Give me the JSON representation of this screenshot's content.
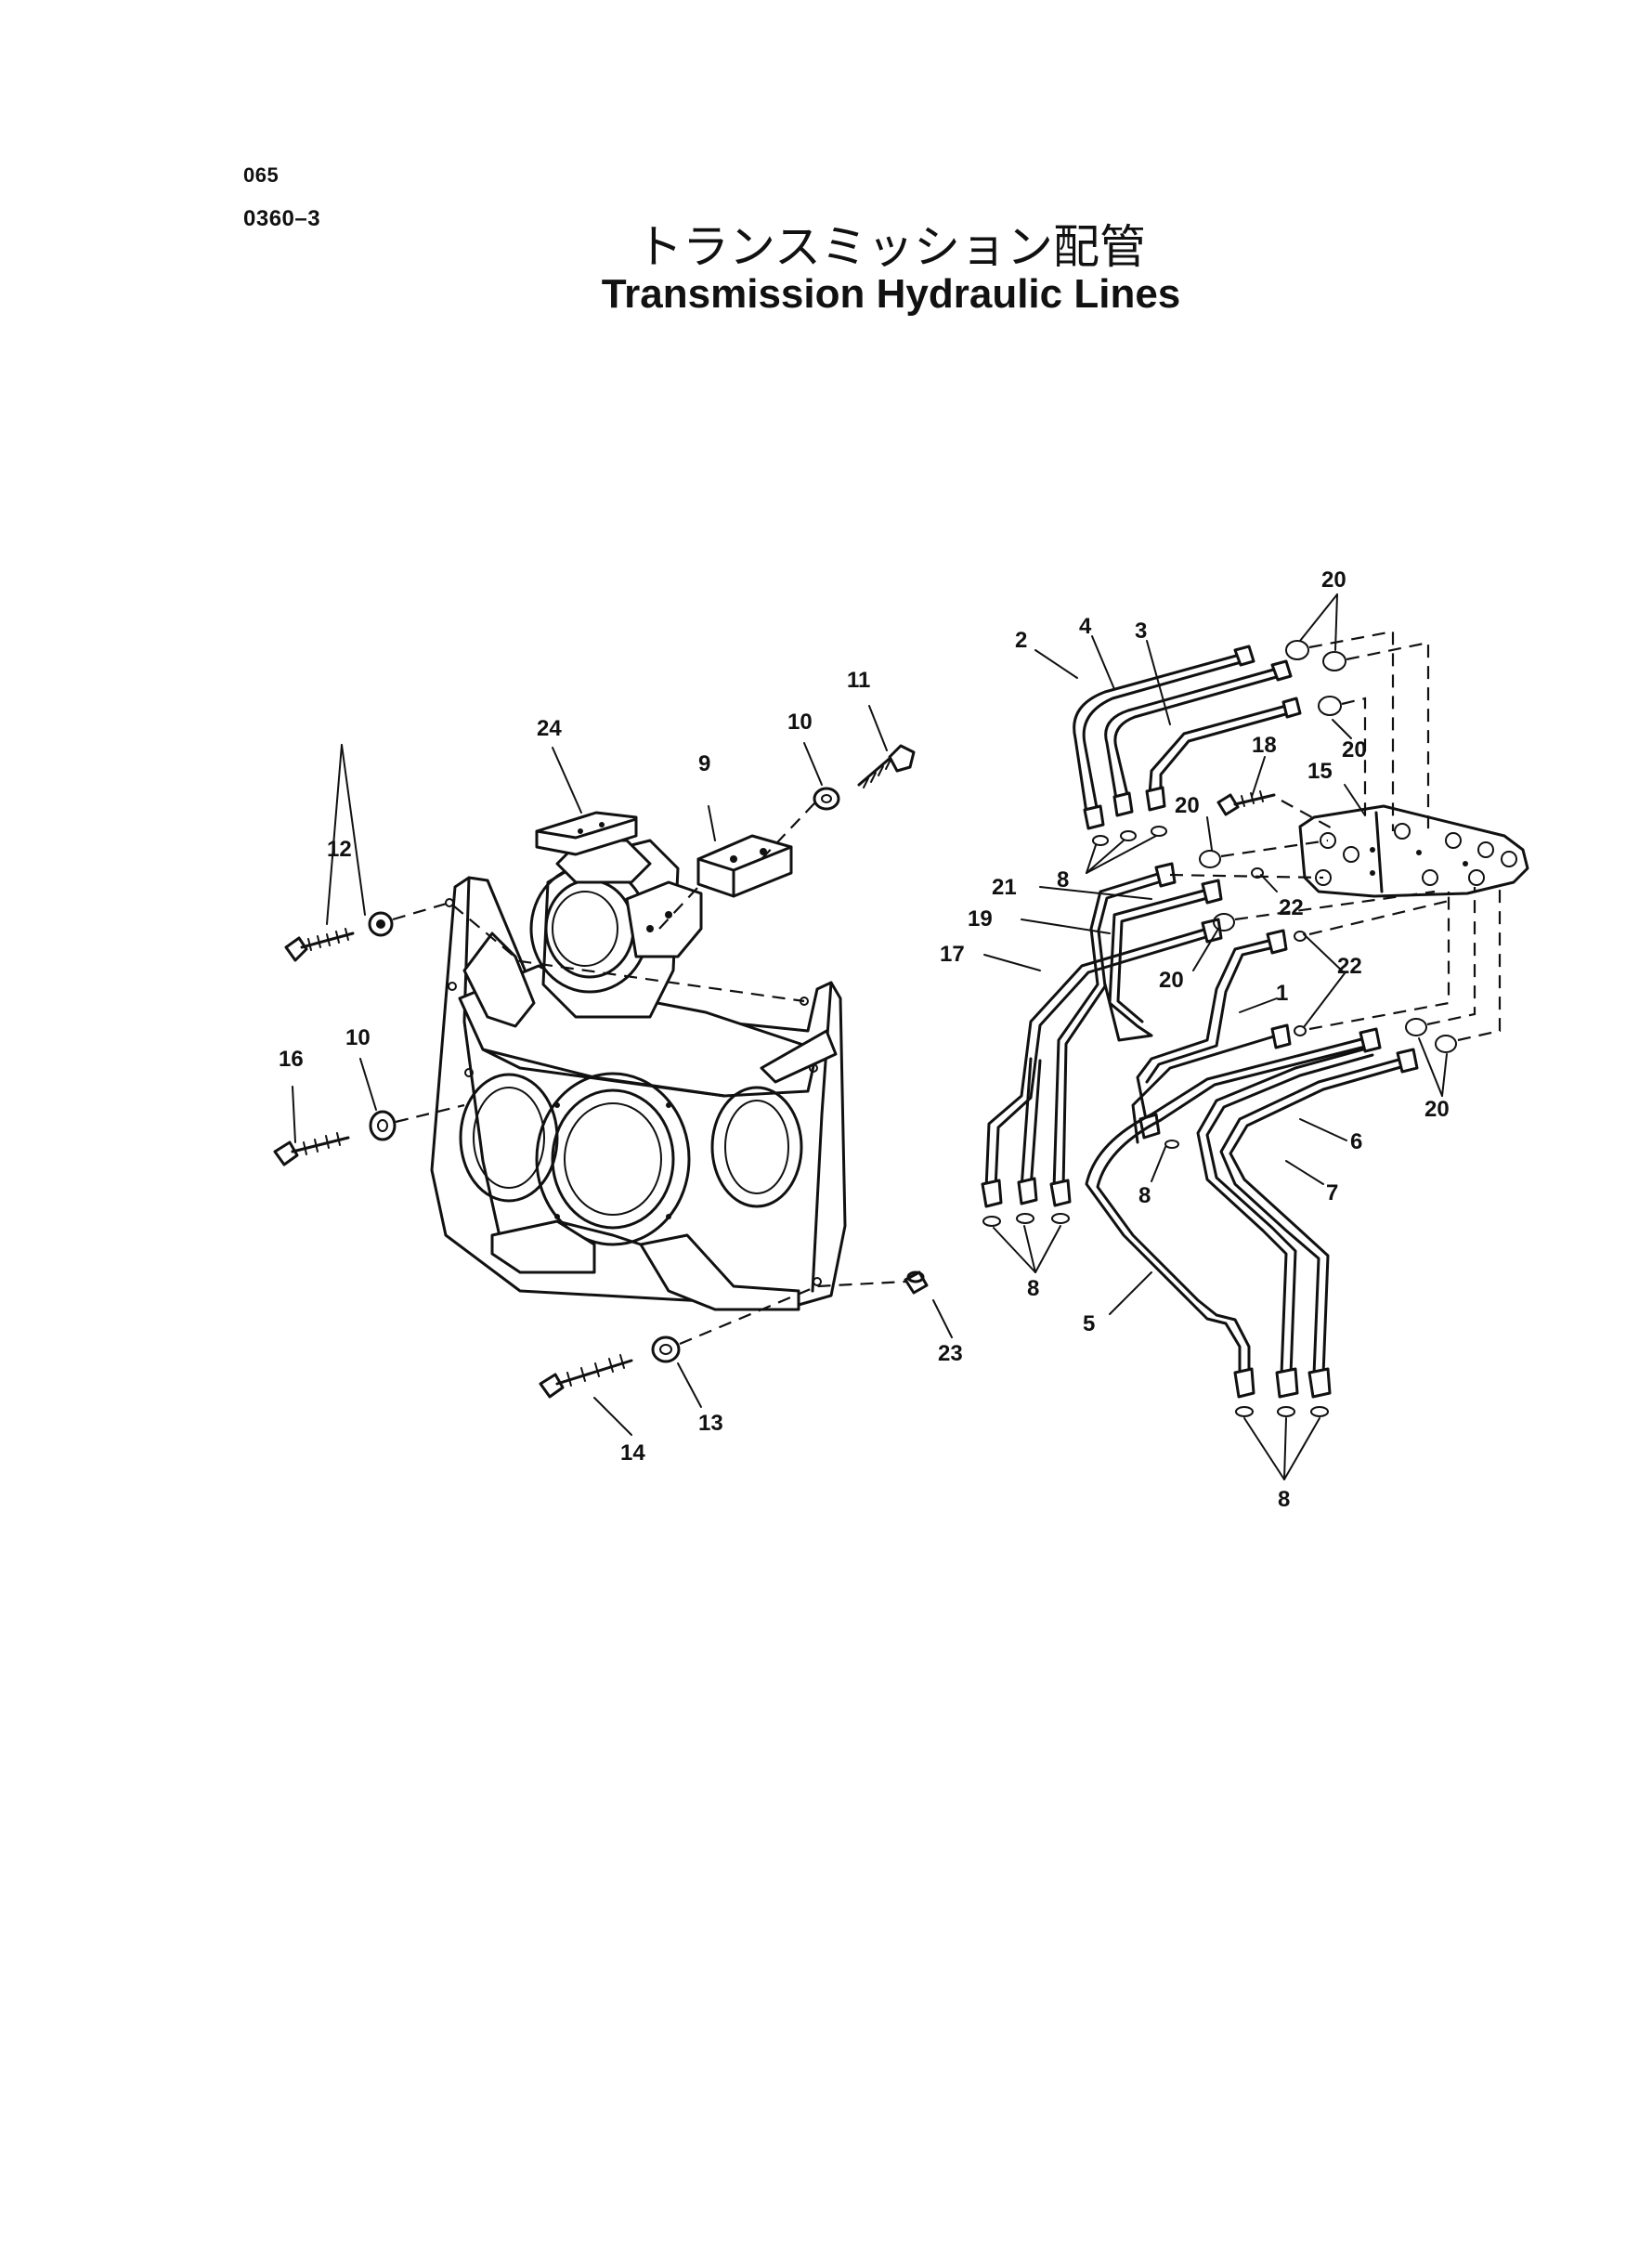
{
  "header": {
    "page_number": "065",
    "section_code": "0360–3",
    "title_jp": "トランスミッション配管",
    "title_en": "Transmission Hydraulic Lines"
  },
  "callouts": {
    "c1": "1",
    "c2": "2",
    "c3": "3",
    "c4": "4",
    "c5": "5",
    "c6": "6",
    "c7": "7",
    "c8": "8",
    "c9": "9",
    "c10": "10",
    "c11": "11",
    "c12": "12",
    "c13": "13",
    "c14": "14",
    "c15": "15",
    "c16": "16",
    "c17": "17",
    "c18": "18",
    "c19": "19",
    "c20": "20",
    "c21": "21",
    "c22": "22",
    "c23": "23",
    "c24": "24"
  }
}
